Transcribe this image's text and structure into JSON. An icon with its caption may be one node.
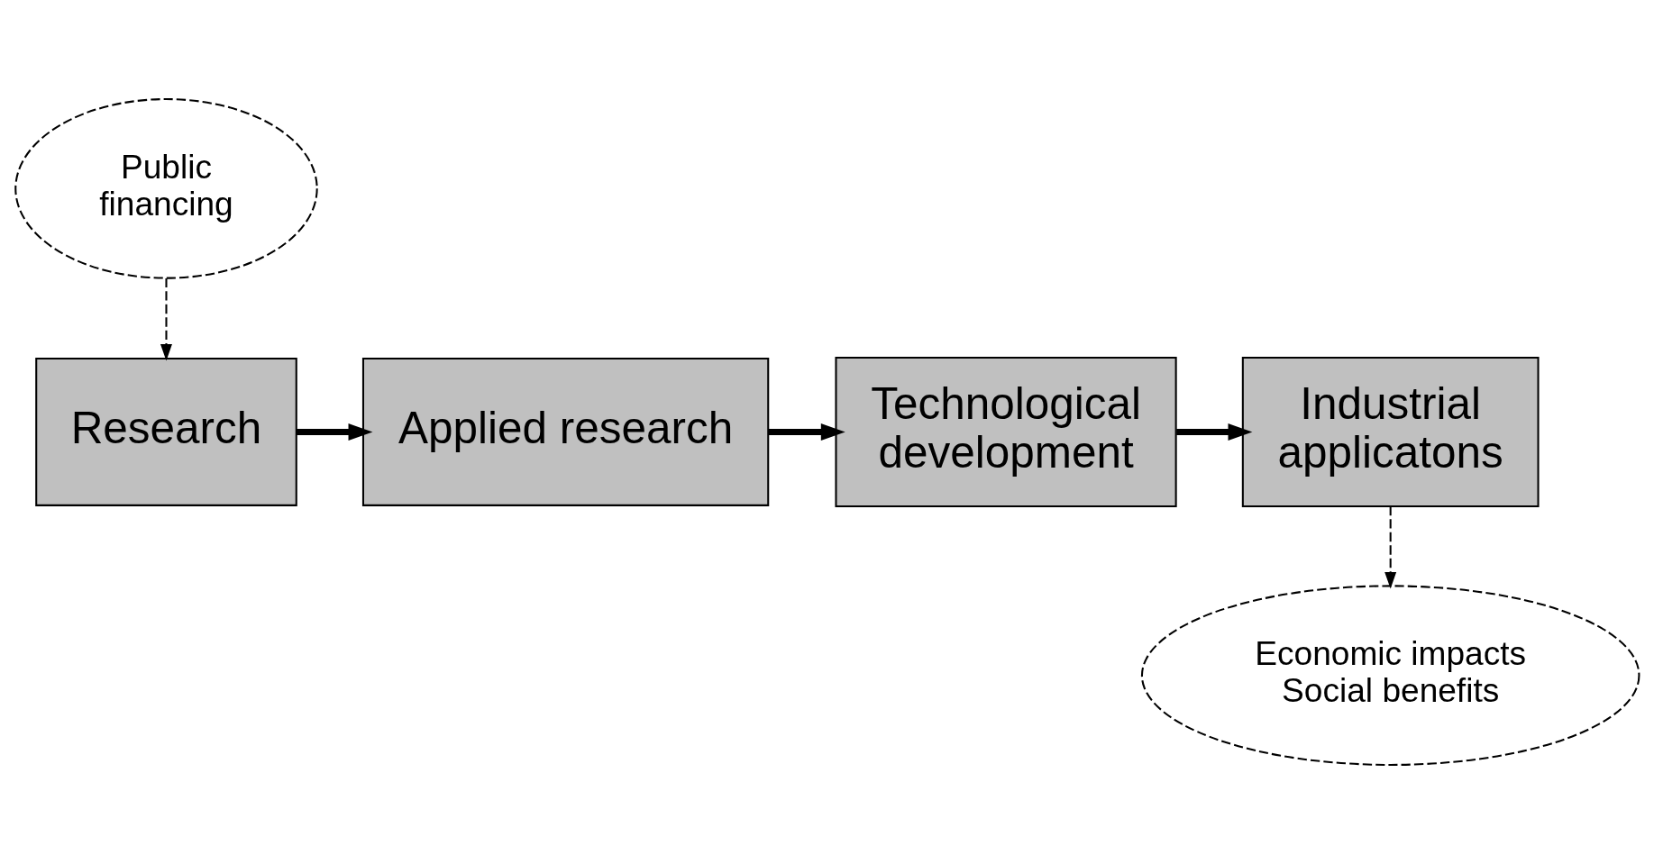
{
  "diagram": {
    "nodes": [
      {
        "text": [
          "Public financing"
        ]
      },
      {
        "text": [
          "Research"
        ]
      },
      {
        "text": [
          "Applied research"
        ]
      },
      {
        "text": [
          "Technological development"
        ]
      },
      {
        "text": [
          "Industrial applicatons"
        ]
      },
      {
        "text": [
          "Economic impacts",
          "Social benefits"
        ]
      }
    ],
    "edges": [
      {
        "from": 0,
        "to": 1,
        "arrow": "to",
        "style": "dashed"
      },
      {
        "from": 1,
        "to": 2,
        "arrow": "to"
      },
      {
        "from": 2,
        "to": 3,
        "arrow": "to"
      },
      {
        "from": 3,
        "to": 4,
        "arrow": "to"
      },
      {
        "from": 4,
        "to": 5,
        "arrow": "to",
        "style": "dashed"
      }
    ]
  }
}
